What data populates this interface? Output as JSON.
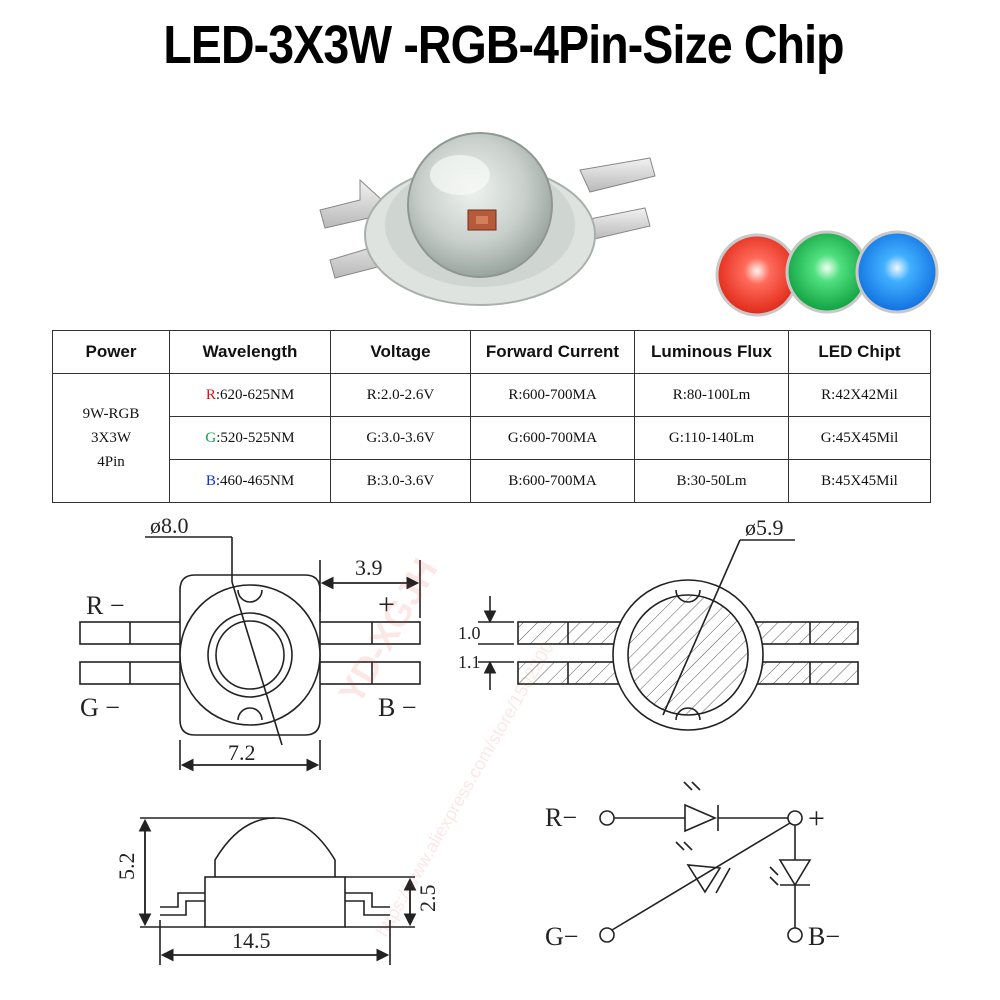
{
  "title": "LED-3X3W -RGB-4Pin-Size Chip",
  "watermark": {
    "brand": "YD-XGJH",
    "url": "https://www.aliexpress.com/store/1502200"
  },
  "table": {
    "headers": [
      "Power",
      "Wavelength",
      "Voltage",
      "Forward Current",
      "Luminous Flux",
      "LED Chipt"
    ],
    "power_lines": [
      "9W-RGB",
      "3X3W",
      "4Pin"
    ],
    "rows": [
      {
        "ch": "R",
        "wave": ":620-625NM",
        "voltage": "R:2.0-2.6V",
        "current": "R:600-700MA",
        "flux": "R:80-100Lm",
        "chip": "R:42X42Mil"
      },
      {
        "ch": "G",
        "wave": ":520-525NM",
        "voltage": "G:3.0-3.6V",
        "current": "G:600-700MA",
        "flux": "G:110-140Lm",
        "chip": "G:45X45Mil"
      },
      {
        "ch": "B",
        "wave": ":460-465NM",
        "voltage": "B:3.0-3.6V",
        "current": "B:600-700MA",
        "flux": "B:30-50Lm",
        "chip": "B:45X45Mil"
      }
    ]
  },
  "drawing": {
    "d_outer": "ø8.0",
    "d_lens": "ø5.9",
    "lead_len": "3.9",
    "body_w": "7.2",
    "t1": "1.0",
    "t2": "1.1",
    "h_total": "5.2",
    "h_body": "2.5",
    "length": "14.5",
    "pin_r": "R −",
    "pin_g": "G −",
    "pin_b": "B −",
    "pin_plus": "+"
  },
  "schematic": {
    "r": "R−",
    "g": "G−",
    "b": "B−",
    "plus": "+"
  },
  "colors": {
    "red": "#e01010",
    "green": "#10a050",
    "blue": "#1030d0"
  }
}
